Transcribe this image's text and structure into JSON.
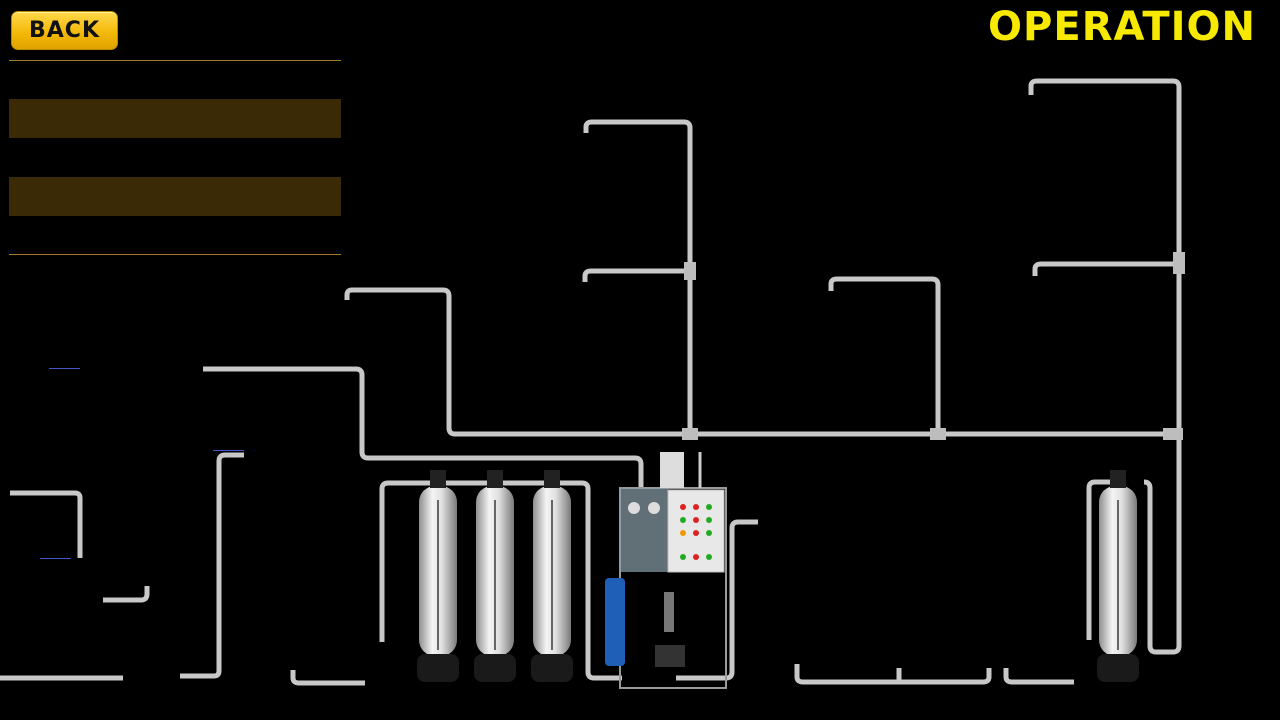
{
  "header": {
    "back_label": "BACK",
    "title": "OPERATION"
  },
  "colors": {
    "accent": "#f7ea00",
    "button": "#f2b705",
    "pipe": "#c9c9c9",
    "panel_bar": "#3a2a05"
  },
  "equipment": [
    "sediment-tank",
    "carbon-tank",
    "softener-tank",
    "ro-unit",
    "polisher-tank"
  ]
}
